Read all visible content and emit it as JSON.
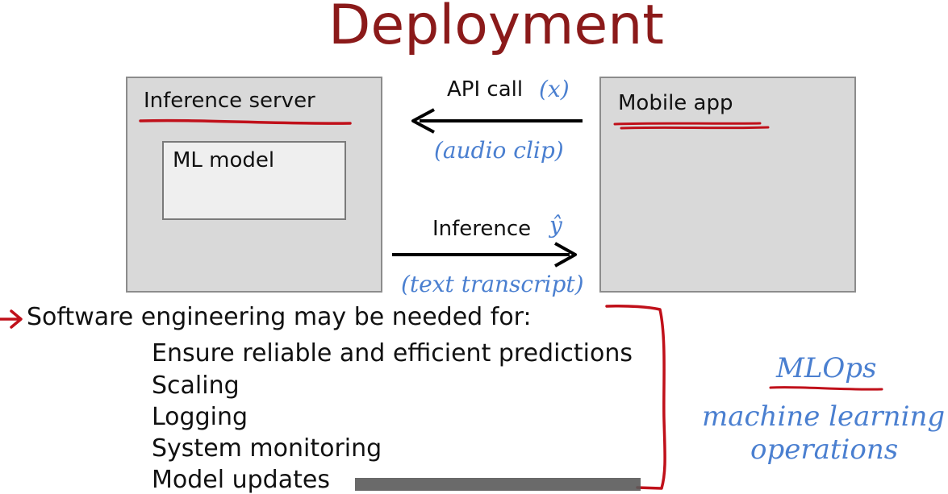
{
  "title": "Deployment",
  "server": {
    "label": "Inference server",
    "model_label": "ML model"
  },
  "mobile": {
    "label": "Mobile app"
  },
  "request": {
    "label": "API call",
    "symbol": "(x)",
    "note": "(audio clip)"
  },
  "response": {
    "label": "Inference",
    "symbol": "ŷ",
    "note": "(text transcript)"
  },
  "intro": "Software engineering may be needed for:",
  "needs": [
    "Ensure reliable and efficient predictions",
    "Scaling",
    "Logging",
    "System monitoring",
    "Model updates"
  ],
  "mlops": {
    "acronym": "MLOps",
    "expansion_line1": "machine learning",
    "expansion_line2": "operations"
  },
  "colors": {
    "title": "#8b1a1a",
    "annotation_red": "#c0101a",
    "annotation_blue": "#4a7fd0",
    "box_fill": "#d9d9d9"
  }
}
